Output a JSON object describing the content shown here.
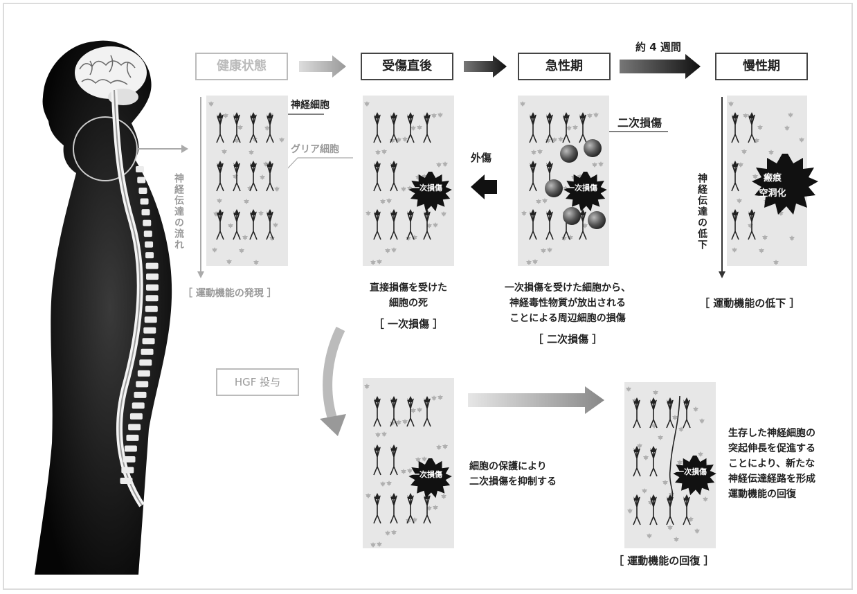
{
  "stages": {
    "healthy": "健康状態",
    "after_injury": "受傷直後",
    "acute": "急性期",
    "chronic": "慢性期"
  },
  "interval_label": "約 4 週間",
  "labels": {
    "nerve_cell": "神経細胞",
    "glia_cell": "グリア細胞",
    "nerve_flow": "神経伝達の流れ",
    "trauma": "外傷",
    "secondary_damage": "二次損傷",
    "nerve_decline": "神経伝達の低下",
    "primary_burst": "一次損傷",
    "scar_line1": "瘢痕",
    "scar_line2": "空洞化",
    "hgf": "HGF 投与"
  },
  "captions": {
    "healthy": "［ 運動機能の発現 ］",
    "primary_line1": "直接損傷を受けた",
    "primary_line2": "細胞の死",
    "primary_bracket": "［ 一次損傷 ］",
    "secondary_line1": "一次損傷を受けた細胞から、",
    "secondary_line2": "神経毒性物質が放出される",
    "secondary_line3": "ことによる周辺細胞の損傷",
    "secondary_bracket": "［ 二次損傷 ］",
    "chronic_bracket": "［ 運動機能の低下 ］",
    "protect_line1": "細胞の保護により",
    "protect_line2": "二次損傷を抑制する",
    "recovery_line1": "生存した神経細胞の",
    "recovery_line2": "突起伸長を促進する",
    "recovery_line3": "ことにより、新たな",
    "recovery_line4": "神経伝達経路を形成",
    "recovery_line5": "運動機能の回復",
    "recovery_bracket": "［ 運動機能の回復 ］"
  }
}
